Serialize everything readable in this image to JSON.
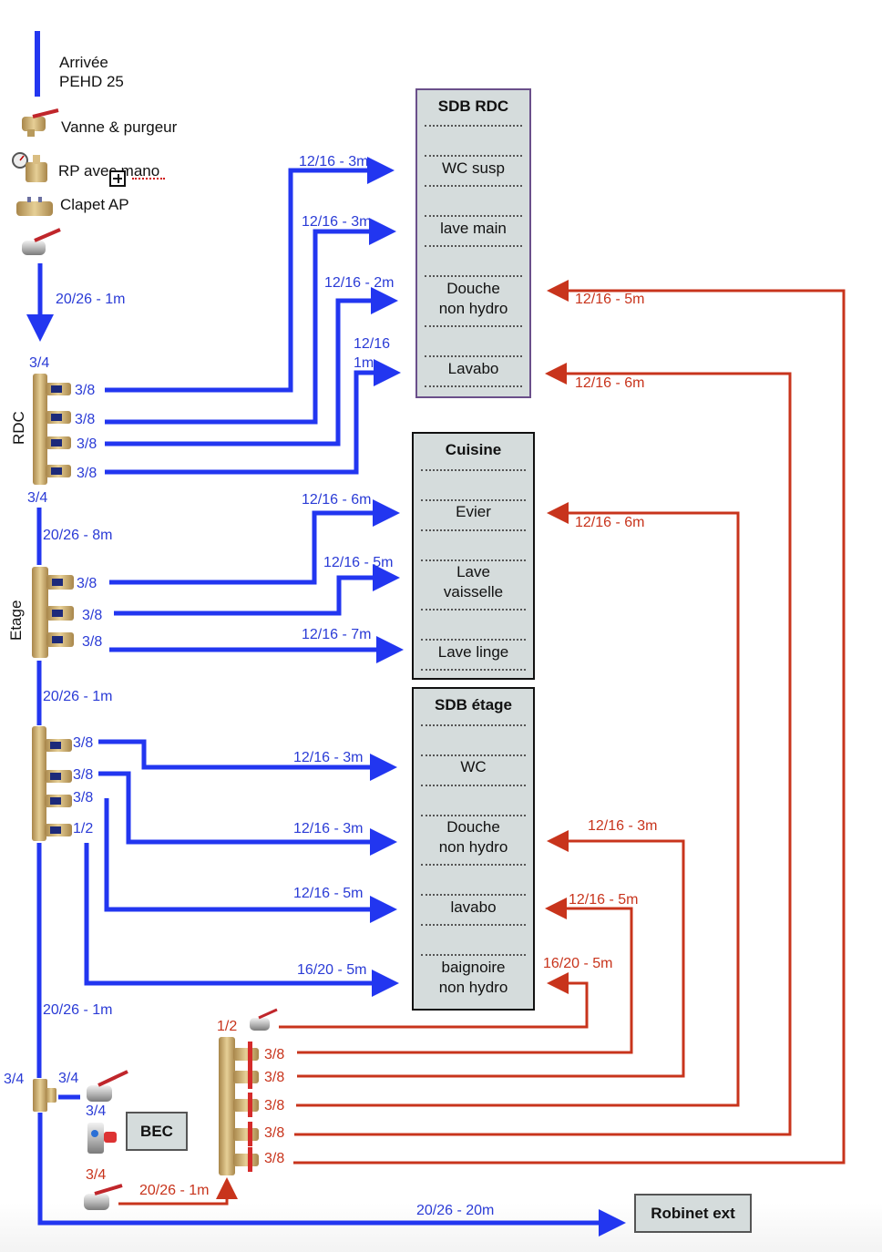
{
  "legend": {
    "arrival": {
      "line1": "Arrivée",
      "line2": "PEHD 25"
    },
    "valve_purge": "Vanne & purgeur",
    "pressure_reducer": "RP avec mano",
    "check_valve": "Clapet AP"
  },
  "colors": {
    "cold": "#2236f0",
    "hot": "#c8341c",
    "room_fill": "#d5dcdc",
    "fitting_brass": "#c9a86a"
  },
  "main_line": {
    "supply_1": "20/26 - 1m",
    "rdc_in": "3/4",
    "rdc_out": "3/4",
    "supply_2": "20/26 - 8m",
    "supply_3": "20/26 - 1m",
    "supply_4": "20/26 - 1m",
    "tee_in": "3/4",
    "tee_branch": "3/4",
    "outdoor": "20/26 - 20m"
  },
  "manifolds": {
    "rdc": {
      "label": "RDC",
      "outlets": [
        "3/8",
        "3/8",
        "3/8",
        "3/8"
      ]
    },
    "etage": {
      "label": "Etage",
      "outlets": [
        "3/8",
        "3/8",
        "3/8"
      ]
    },
    "sdb_etage": {
      "outlets": [
        "3/8",
        "3/8",
        "3/8",
        "1/2"
      ]
    },
    "hot": {
      "inlet_top": "1/2",
      "outlets": [
        "3/8",
        "3/8",
        "3/8",
        "3/8",
        "3/8"
      ]
    }
  },
  "cold_runs": {
    "wc_susp": "12/16 - 3m",
    "lave_main": "12/16 - 3m",
    "douche_rdc": "12/16 - 2m",
    "lavabo_rdc_l1": "12/16",
    "lavabo_rdc_l2": "1m",
    "evier": "12/16 - 6m",
    "lave_vaisselle": "12/16 - 5m",
    "lave_linge": "12/16 - 7m",
    "wc_etage": "12/16 - 3m",
    "douche_etage": "12/16 - 3m",
    "lavabo_etage": "12/16 - 5m",
    "baignoire": "16/20 - 5m"
  },
  "hot_runs": {
    "douche_rdc": "12/16 - 5m",
    "lavabo_rdc": "12/16 - 6m",
    "evier": "12/16 - 6m",
    "douche_etage": "12/16 - 3m",
    "lavabo_etage": "12/16 - 5m",
    "baignoire": "16/20 - 5m"
  },
  "water_heater": {
    "label": "BEC",
    "cold_in": "3/4",
    "hot_out": "3/4",
    "hot_feed": "20/26 - 1m"
  },
  "rooms": {
    "sdb_rdc": {
      "title": "SDB RDC",
      "items": [
        "WC susp",
        "lave main",
        "Douche\nnon hydro",
        "Lavabo"
      ]
    },
    "cuisine": {
      "title": "Cuisine",
      "items": [
        "Evier",
        "Lave\nvaisselle",
        "Lave linge"
      ]
    },
    "sdb_etage": {
      "title": "SDB étage",
      "items": [
        "WC",
        "Douche\nnon hydro",
        "lavabo",
        "baignoire\nnon hydro"
      ]
    }
  },
  "outdoor_tap": "Robinet ext"
}
